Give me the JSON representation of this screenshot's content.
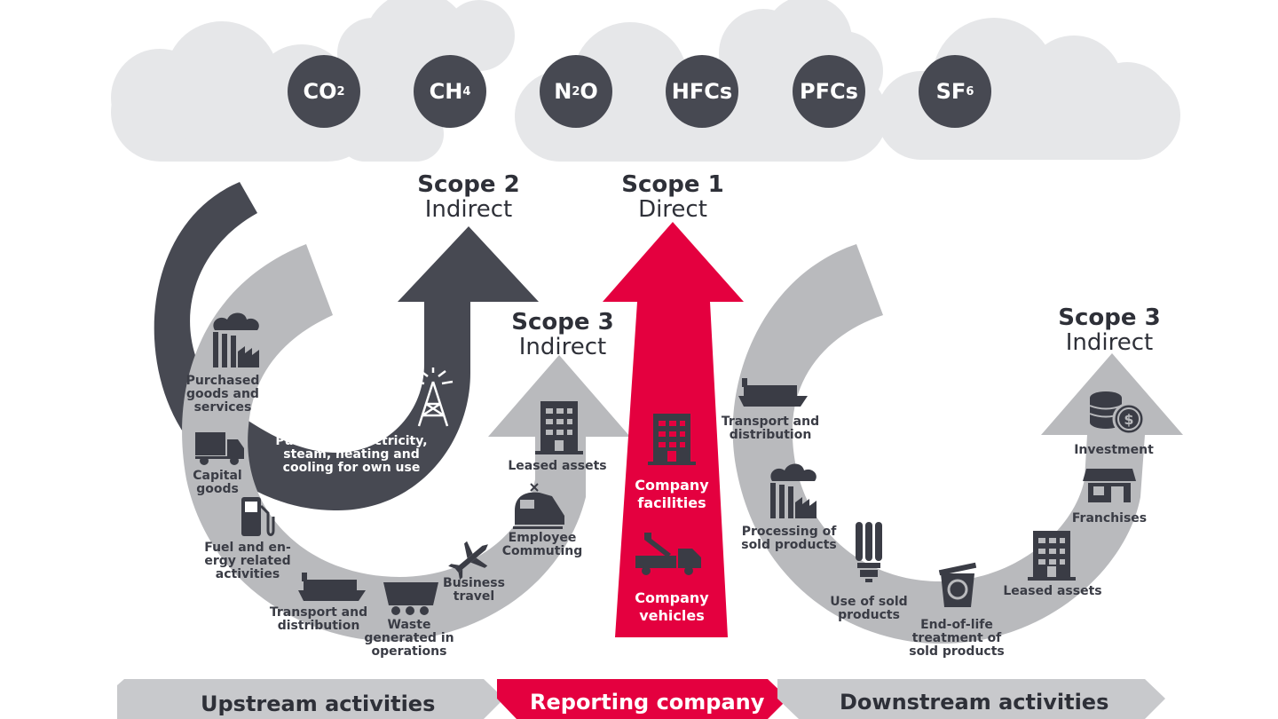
{
  "gases": [
    {
      "main": "CO",
      "sub": "2"
    },
    {
      "main": "CH",
      "sub": "4"
    },
    {
      "main": "N",
      "sub": "2",
      "after": "O"
    },
    {
      "main": "HFCs",
      "sub": ""
    },
    {
      "main": "PFCs",
      "sub": ""
    },
    {
      "main": "SF",
      "sub": "6"
    }
  ],
  "scopes": {
    "scope2": {
      "title": "Scope 2",
      "subtitle": "Indirect"
    },
    "scope1": {
      "title": "Scope 1",
      "subtitle": "Direct"
    },
    "scope3_up": {
      "title": "Scope 3",
      "subtitle": "Indirect"
    },
    "scope3_down": {
      "title": "Scope 3",
      "subtitle": "Indirect"
    }
  },
  "upstream": {
    "purchased_goods": [
      "Purchased",
      "goods and",
      "services"
    ],
    "capital_goods": [
      "Capital",
      "goods"
    ],
    "fuel_energy": [
      "Fuel and en-",
      "ergy related",
      "activities"
    ],
    "transport": [
      "Transport and",
      "distribution"
    ],
    "waste": [
      "Waste",
      "generated in",
      "operations"
    ],
    "business_travel": [
      "Business",
      "travel"
    ],
    "employee_commuting": [
      "Employee",
      "Commuting"
    ],
    "leased_assets": [
      "Leased assets"
    ],
    "purchased_electricity": [
      "Purchased electricity,",
      "steam, heating and",
      "cooling for own use"
    ]
  },
  "company": {
    "facilities": [
      "Company",
      "facilities"
    ],
    "vehicles": [
      "Company",
      "vehicles"
    ]
  },
  "downstream": {
    "transport": [
      "Transport and",
      "distribution"
    ],
    "processing": [
      "Processing of",
      "sold products"
    ],
    "use": [
      "Use of sold",
      "products"
    ],
    "end_of_life": [
      "End-of-life",
      "treatment of",
      "sold products"
    ],
    "leased_assets": [
      "Leased assets"
    ],
    "franchises": [
      "Franchises"
    ],
    "investment": [
      "Investment"
    ]
  },
  "bottom_bar": {
    "upstream": "Upstream activities",
    "reporting": "Reporting company",
    "downstream": "Downstream activities"
  },
  "colors": {
    "cloud": "#e6e7e9",
    "dark": "#474952",
    "light_gray": "#b9babd",
    "red": "#e4003f",
    "icon": "#3a3c45"
  }
}
